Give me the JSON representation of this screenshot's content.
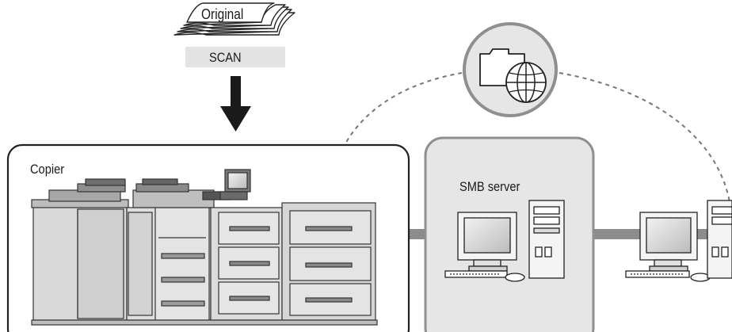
{
  "labels": {
    "original": "Original",
    "scan": "SCAN",
    "copier": "Copier",
    "smb_server": "SMB server"
  },
  "icons": {
    "globe_badge": "folder-globe-icon",
    "arrow": "down-arrow-icon"
  },
  "colors": {
    "panel_fill": "#e6e6e6",
    "panel_stroke": "#8f8f8f",
    "network_line": "#8c8c8c",
    "scan_bar": "#e3e3e3",
    "machine_body": "#d9d9d9",
    "machine_dark": "#8a8a8a"
  }
}
